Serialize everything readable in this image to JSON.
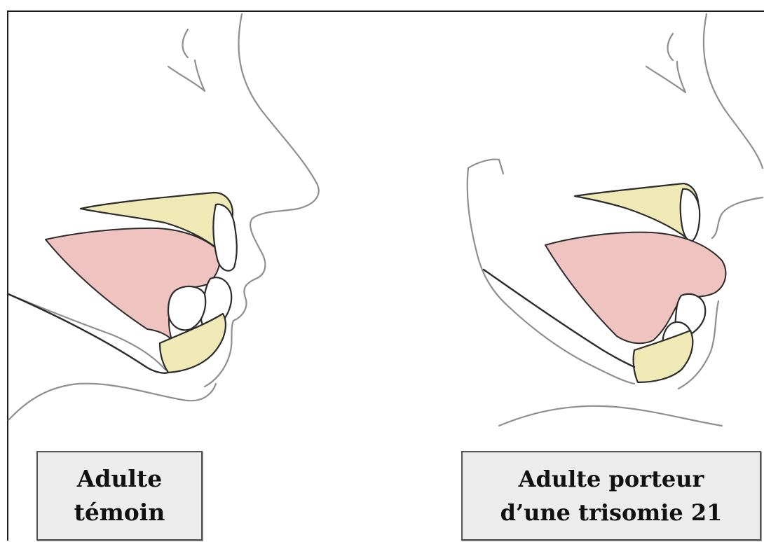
{
  "captions": {
    "left": {
      "line1": "Adulte",
      "line2": "témoin"
    },
    "right": {
      "line1": "Adulte porteur",
      "line2": "d’une trisomie 21"
    }
  },
  "colors": {
    "bone": "#efe9b6",
    "tongue": "#efc3c0",
    "outline": "#8f8f8f",
    "caption_bg": "#ececec"
  }
}
